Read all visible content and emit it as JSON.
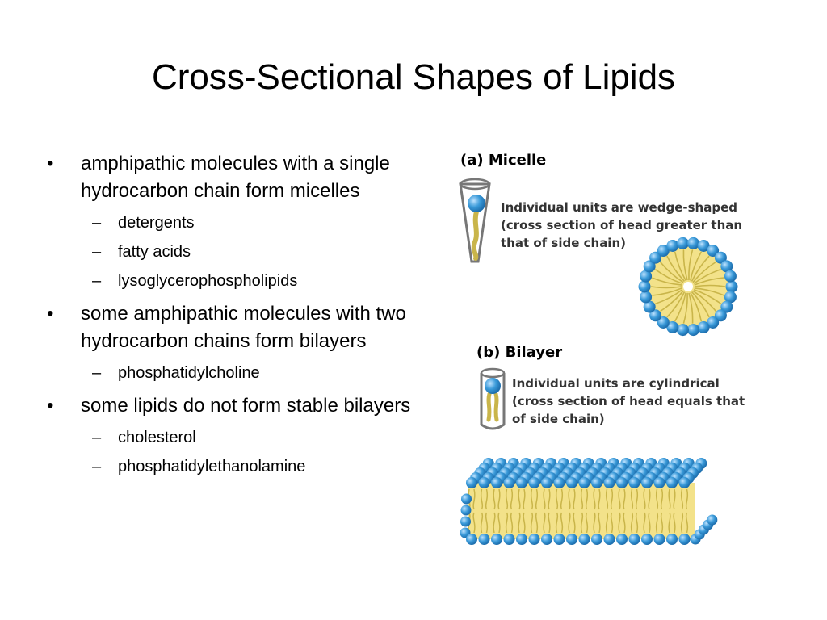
{
  "slide": {
    "title": "Cross-Sectional Shapes of Lipids"
  },
  "bullets": [
    {
      "text": "amphipathic molecules with a single hydrocarbon chain form micelles",
      "subs": [
        "detergents",
        "fatty acids",
        "lysoglycerophospholipids"
      ]
    },
    {
      "text": "some amphipathic molecules with two hydrocarbon chains form bilayers",
      "subs": [
        "phosphatidylcholine"
      ]
    },
    {
      "text": "some lipids do not form stable bilayers",
      "subs": [
        "cholesterol",
        "phosphatidylethanolamine"
      ]
    }
  ],
  "markers": {
    "bullet": "•",
    "dash": "–"
  },
  "figure": {
    "micelle": {
      "label": "(a) Micelle",
      "caption_lines": [
        "Individual units are wedge-shaped",
        "(cross section of head greater than",
        "that of side chain)"
      ]
    },
    "bilayer": {
      "label": "(b) Bilayer",
      "caption_lines": [
        "Individual units are cylindrical",
        "(cross section of head equals that",
        "of  side chain)"
      ]
    },
    "colors": {
      "head": "#3a9ad9",
      "head_dark": "#1e6fae",
      "tail": "#f3e28a",
      "tail_stroke": "#c9b54a",
      "container": "#777777",
      "label": "#333333"
    }
  }
}
